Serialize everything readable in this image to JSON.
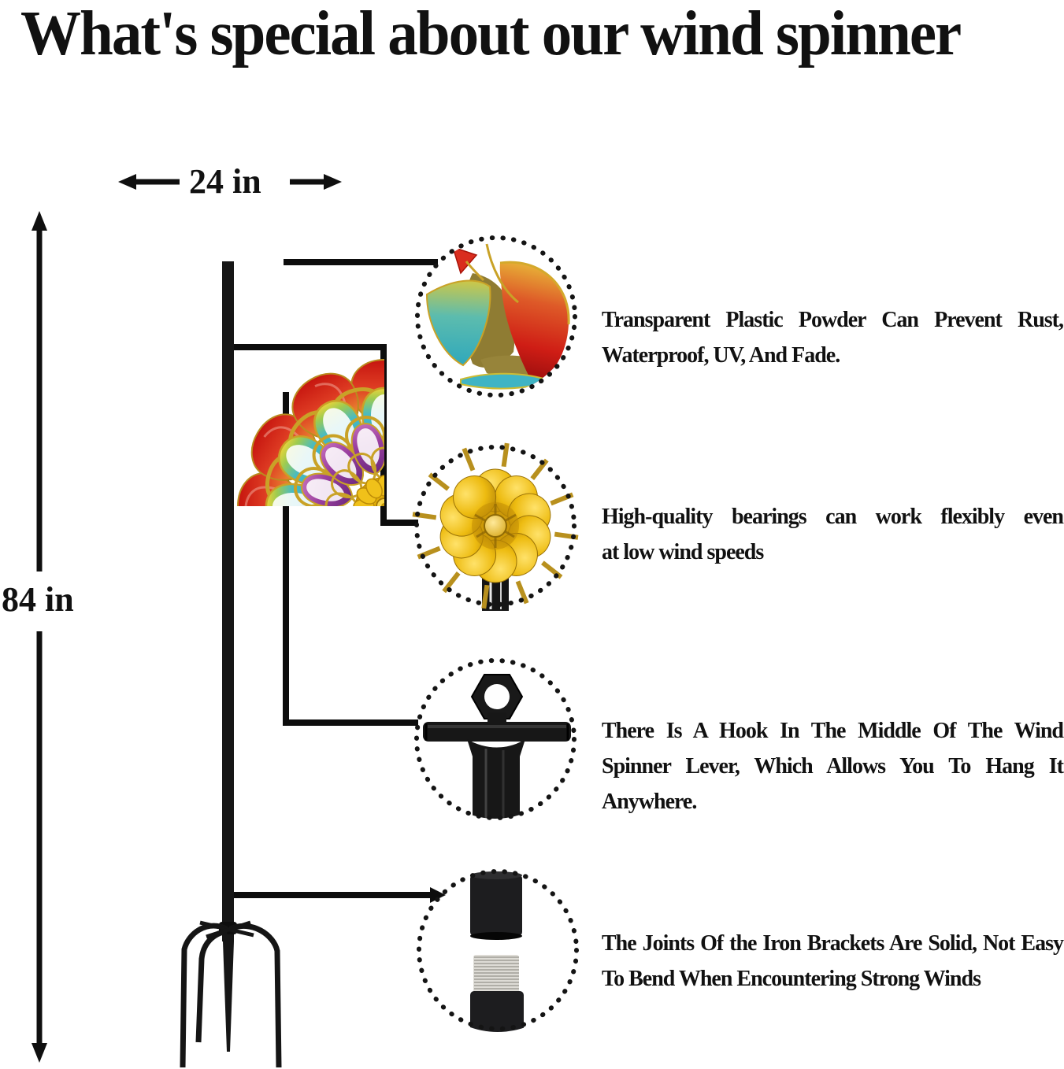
{
  "title": "What's special about our wind spinner",
  "dimensions": {
    "width_label": "24 in",
    "height_label": "84 in"
  },
  "features": [
    {
      "id": "blade-coating",
      "lines": [
        "Transparent Plastic Powder Can Prevent Rust,",
        "Waterproof, UV, And Fade."
      ]
    },
    {
      "id": "bearings",
      "lines": [
        "High-quality bearings can work flexibly even",
        "at low wind speeds"
      ]
    },
    {
      "id": "hanging-hook",
      "lines": [
        "There Is A Hook In The Middle Of The Wind",
        "Spinner Lever, Which Allows You To Hang It",
        "Anywhere."
      ]
    },
    {
      "id": "iron-joints",
      "lines": [
        "The Joints Of the Iron Brackets Are Solid, Not Easy",
        "To Bend When Encountering Strong Winds"
      ]
    }
  ],
  "colors": {
    "ink": "#111111",
    "petal_red": "#d5281c",
    "petal_teal": "#3fb0c0",
    "petal_purple": "#8a3a98",
    "petal_gold_rim": "#c9a227",
    "bearing_gold": "#e7b40c",
    "metal_black": "#171717"
  }
}
